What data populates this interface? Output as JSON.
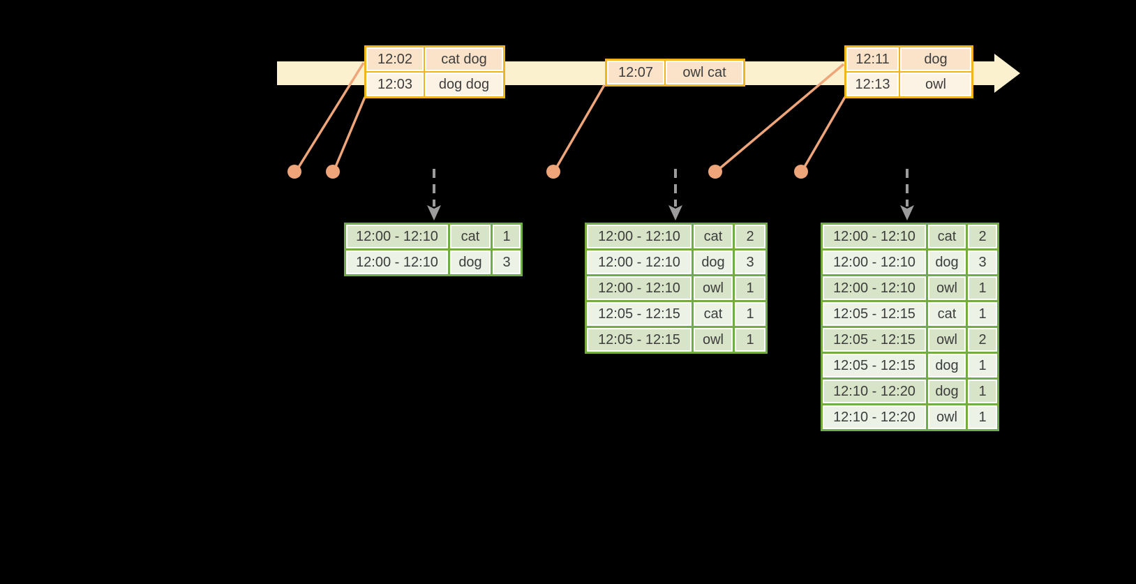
{
  "colors": {
    "background": "#000000",
    "timeline_band": "#fcf1cf",
    "event_border": "#f0b41c",
    "event_row_dark": "#fae3c8",
    "event_row_light": "#fdf3e5",
    "connector": "#eea57a",
    "result_border": "#73ac44",
    "result_row_dark": "#d7e4c7",
    "result_row_light": "#ecf2e5",
    "arrow_gray": "#9c9c9c",
    "text": "#3d3d3d"
  },
  "event_batches": [
    {
      "rows": [
        {
          "time": "12:02",
          "words": "cat dog"
        },
        {
          "time": "12:03",
          "words": "dog dog"
        }
      ]
    },
    {
      "rows": [
        {
          "time": "12:07",
          "words": "owl cat"
        }
      ]
    },
    {
      "rows": [
        {
          "time": "12:11",
          "words": "dog"
        },
        {
          "time": "12:13",
          "words": "owl"
        }
      ]
    }
  ],
  "result_tables": [
    {
      "rows": [
        {
          "window": "12:00 - 12:10",
          "word": "cat",
          "count": "1"
        },
        {
          "window": "12:00 - 12:10",
          "word": "dog",
          "count": "3"
        }
      ]
    },
    {
      "rows": [
        {
          "window": "12:00 - 12:10",
          "word": "cat",
          "count": "2"
        },
        {
          "window": "12:00 - 12:10",
          "word": "dog",
          "count": "3"
        },
        {
          "window": "12:00 - 12:10",
          "word": "owl",
          "count": "1"
        },
        {
          "window": "12:05 - 12:15",
          "word": "cat",
          "count": "1"
        },
        {
          "window": "12:05 - 12:15",
          "word": "owl",
          "count": "1"
        }
      ]
    },
    {
      "rows": [
        {
          "window": "12:00 - 12:10",
          "word": "cat",
          "count": "2"
        },
        {
          "window": "12:00 - 12:10",
          "word": "dog",
          "count": "3"
        },
        {
          "window": "12:00 - 12:10",
          "word": "owl",
          "count": "1"
        },
        {
          "window": "12:05 - 12:15",
          "word": "cat",
          "count": "1"
        },
        {
          "window": "12:05 - 12:15",
          "word": "owl",
          "count": "2"
        },
        {
          "window": "12:05 - 12:15",
          "word": "dog",
          "count": "1"
        },
        {
          "window": "12:10 - 12:20",
          "word": "dog",
          "count": "1"
        },
        {
          "window": "12:10 - 12:20",
          "word": "owl",
          "count": "1"
        }
      ]
    }
  ]
}
